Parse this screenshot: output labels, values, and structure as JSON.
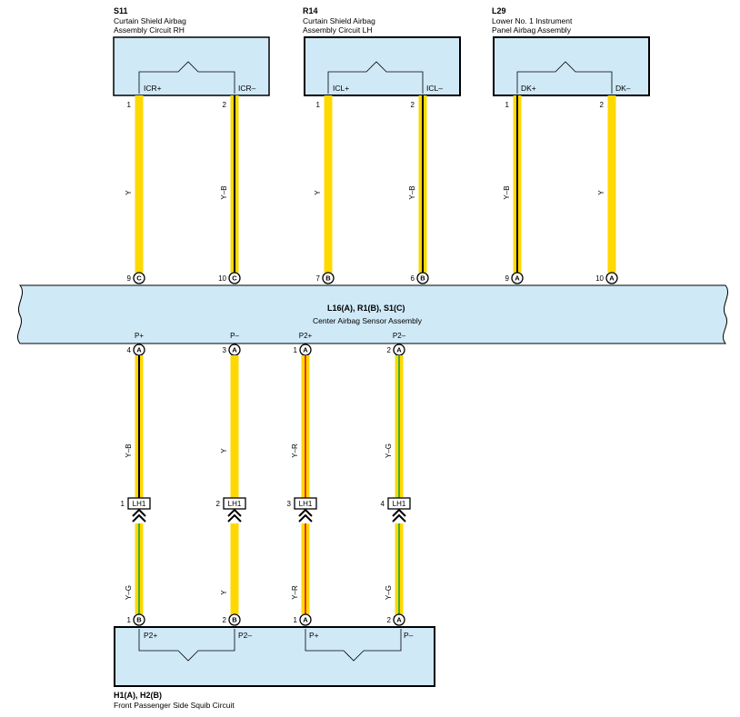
{
  "components": {
    "s11": {
      "code": "S11",
      "name_line1": "Curtain Shield Airbag",
      "name_line2": "Assembly Circuit RH",
      "pin_left": "ICR+",
      "pin_right": "ICR–"
    },
    "r14": {
      "code": "R14",
      "name_line1": "Curtain Shield Airbag",
      "name_line2": "Assembly Circuit LH",
      "pin_left": "ICL+",
      "pin_right": "ICL–"
    },
    "l29": {
      "code": "L29",
      "name_line1": "Lower No.  1 Instrument",
      "name_line2": "Panel Airbag Assembly",
      "pin_left": "DK+",
      "pin_right": "DK–"
    },
    "center": {
      "code": "L16(A), R1(B), S1(C)",
      "name": "Center Airbag Sensor Assembly"
    },
    "bottom": {
      "code": "H1(A), H2(B)",
      "name": "Front Passenger Side Squib Circuit",
      "pins": [
        "P2+",
        "P2–",
        "P+",
        "P–"
      ]
    }
  },
  "upper_wires": [
    {
      "top_pin": "1",
      "color": "Y",
      "bottom_pin": "9",
      "bottom_conn": "C",
      "sensor_label": "ICR+"
    },
    {
      "top_pin": "2",
      "color": "Y–B",
      "bottom_pin": "10",
      "bottom_conn": "C",
      "sensor_label": "ICR–"
    },
    {
      "top_pin": "1",
      "color": "Y",
      "bottom_pin": "7",
      "bottom_conn": "B",
      "sensor_label": "ICL+"
    },
    {
      "top_pin": "2",
      "color": "Y–B",
      "bottom_pin": "6",
      "bottom_conn": "B",
      "sensor_label": "ICL–"
    },
    {
      "top_pin": "1",
      "color": "Y–B",
      "bottom_pin": "9",
      "bottom_conn": "A",
      "sensor_label": "DK+"
    },
    {
      "top_pin": "2",
      "color": "Y",
      "bottom_pin": "10",
      "bottom_conn": "A",
      "sensor_label": "DK–"
    }
  ],
  "lower_wires": [
    {
      "sensor_label": "P+",
      "sensor_pin": "4",
      "sensor_conn": "A",
      "upper_color": "Y–B",
      "junction_pin": "1",
      "junction": "LH1",
      "lower_color": "Y–G",
      "bottom_pin": "1",
      "bottom_conn": "B"
    },
    {
      "sensor_label": "P–",
      "sensor_pin": "3",
      "sensor_conn": "A",
      "upper_color": "Y",
      "junction_pin": "2",
      "junction": "LH1",
      "lower_color": "Y",
      "bottom_pin": "2",
      "bottom_conn": "B"
    },
    {
      "sensor_label": "P2+",
      "sensor_pin": "1",
      "sensor_conn": "A",
      "upper_color": "Y–R",
      "junction_pin": "3",
      "junction": "LH1",
      "lower_color": "Y–R",
      "bottom_pin": "1",
      "bottom_conn": "A"
    },
    {
      "sensor_label": "P2–",
      "sensor_pin": "2",
      "sensor_conn": "A",
      "upper_color": "Y–G",
      "junction_pin": "4",
      "junction": "LH1",
      "lower_color": "Y–G",
      "bottom_pin": "2",
      "bottom_conn": "A"
    }
  ],
  "colors": {
    "box_fill": "#cfe9f7",
    "wire_yellow": "#ffd800",
    "stripe_black": "#000000",
    "stripe_red": "#e8321e",
    "stripe_green": "#3cae3c"
  }
}
